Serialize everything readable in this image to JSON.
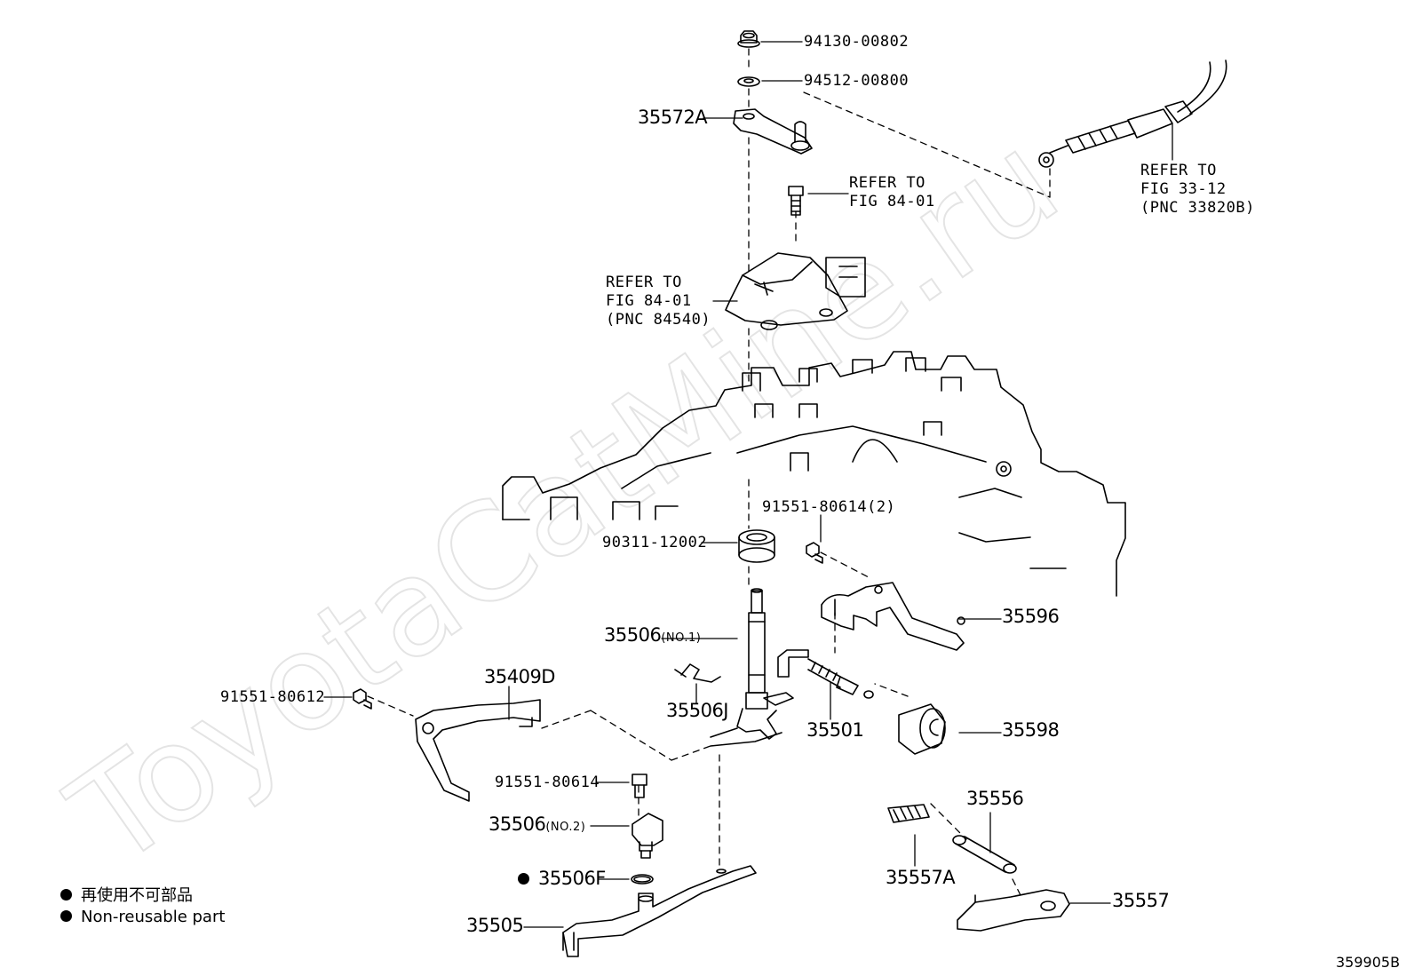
{
  "watermark": "ToyotaCatMine.ru",
  "diagram_code": "359905B",
  "legend": {
    "jp": "再使用不可部品",
    "en": "Non-reusable part"
  },
  "labels": {
    "p94130": "94130-00802",
    "p94512": "94512-00800",
    "p35572A": "35572A",
    "ref_a_1": "REFER TO",
    "ref_a_2": "FIG 84-01",
    "ref_b_1": "REFER TO",
    "ref_b_2": "FIG 84-01",
    "ref_b_3": "(PNC 84540)",
    "ref_c_1": "REFER TO",
    "ref_c_2": "FIG 33-12",
    "ref_c_3": "(PNC 33820B)",
    "p91551_2": "91551-80614(2)",
    "p90311": "90311-12002",
    "p35596": "35596",
    "p35506_no1": "35506",
    "p35506_no1_sub": "(NO.1)",
    "p35409D": "35409D",
    "p91551_80612": "91551-80612",
    "p35506J": "35506J",
    "p35501": "35501",
    "p35598": "35598",
    "p91551_80614": "91551-80614",
    "p35506_no2": "35506",
    "p35506_no2_sub": "(NO.2)",
    "p35506F": "35506F",
    "p35505": "35505",
    "p35556": "35556",
    "p35557A": "35557A",
    "p35557": "35557"
  }
}
